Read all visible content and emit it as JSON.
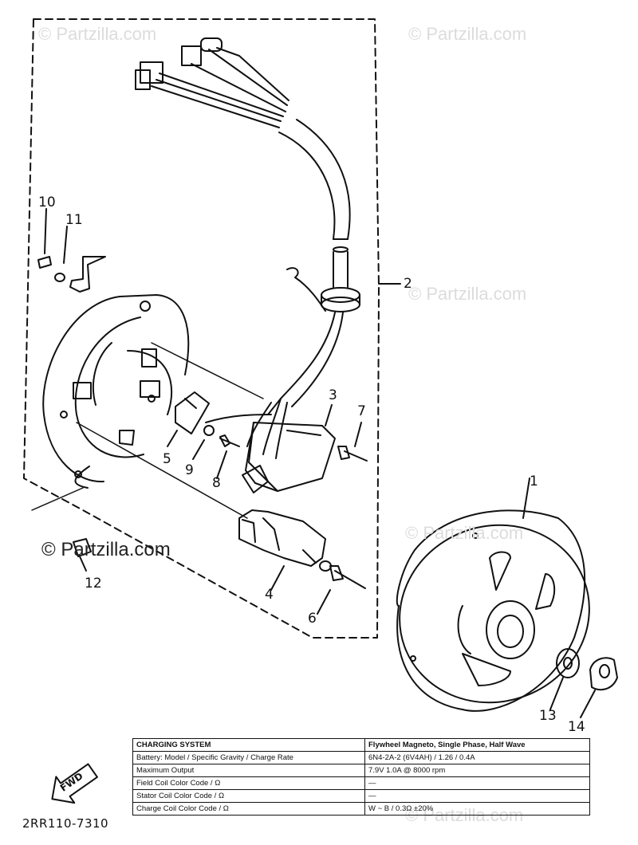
{
  "watermark": {
    "text": "© Partzilla.com"
  },
  "callouts": [
    "1",
    "2",
    "3",
    "4",
    "5",
    "6",
    "7",
    "8",
    "9",
    "10",
    "11",
    "12",
    "13",
    "14"
  ],
  "drawing_code": "2RR110-7310",
  "fwd_label": "FWD",
  "spec_table": {
    "header": [
      "CHARGING SYSTEM",
      "Flywheel Magneto, Single Phase, Half Wave"
    ],
    "rows": [
      [
        "Battery: Model / Specific Gravity / Charge Rate",
        "6N4-2A-2 (6V4AH) / 1.26 / 0.4A"
      ],
      [
        "Maximum Output",
        "7.9V 1.0A @ 8000 rpm"
      ],
      [
        "Field Coil Color Code / Ω",
        "—"
      ],
      [
        "Stator Coil Color Code / Ω",
        "—"
      ],
      [
        "Charge Coil Color Code / Ω",
        "W ~ B / 0.3Ω ±20%"
      ]
    ]
  }
}
